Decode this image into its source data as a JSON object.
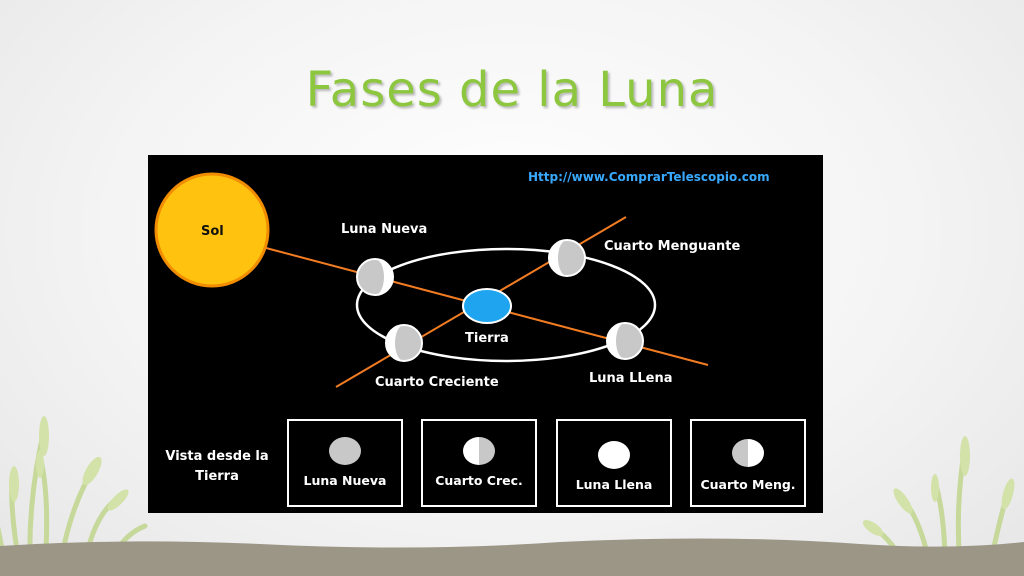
{
  "slide": {
    "title": "Fases de la Luna",
    "title_color": "#8dc63f"
  },
  "diagram": {
    "url": "Http://www.ComprarTelescopio.com",
    "sun_label": "Sol",
    "earth_label": "Tierra",
    "orbit_positions": [
      {
        "key": "nueva",
        "label": "Luna Nueva"
      },
      {
        "key": "menguante",
        "label": "Cuarto Menguante"
      },
      {
        "key": "creciente",
        "label": "Cuarto Creciente"
      },
      {
        "key": "llena",
        "label": "Luna LLena"
      }
    ],
    "view_title": "Vista desde la Tierra",
    "view_phases": [
      {
        "label": "Luna Nueva",
        "phase": "new"
      },
      {
        "label": "Cuarto Crec.",
        "phase": "first-quarter"
      },
      {
        "label": "Luna Llena",
        "phase": "full"
      },
      {
        "label": "Cuarto Meng.",
        "phase": "last-quarter"
      }
    ],
    "colors": {
      "sun": "#ffc20e",
      "sun_border": "#f28c00",
      "earth": "#1fa5ef",
      "rays": "#f27c22",
      "moon": "#c8c8c8",
      "url": "#38a9ff"
    }
  }
}
